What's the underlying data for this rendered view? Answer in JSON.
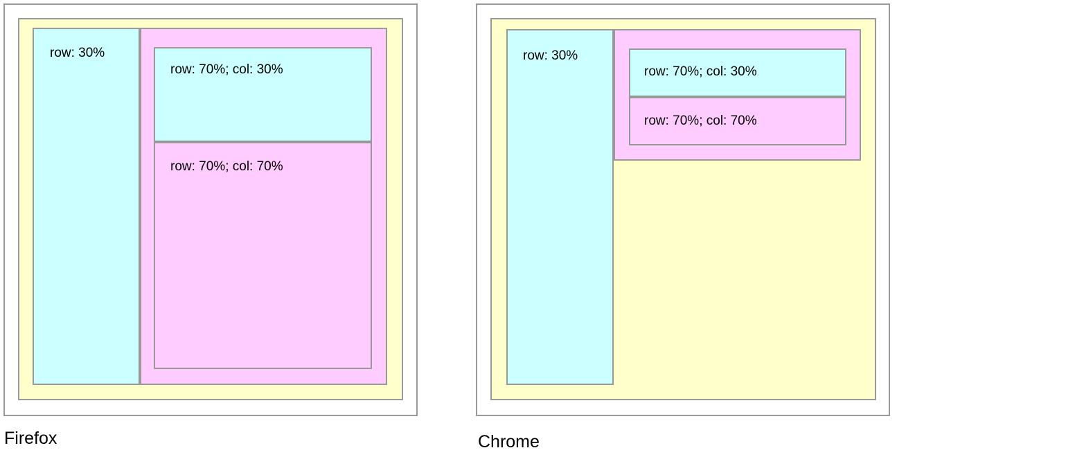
{
  "panels": [
    {
      "caption": "Firefox",
      "outer_label": "row: 30%",
      "inner_top_label": "row: 70%; col: 30%",
      "inner_bottom_label": "row: 70%; col: 70%"
    },
    {
      "caption": "Chrome",
      "outer_label": "row: 30%",
      "inner_top_label": "row: 70%; col: 30%",
      "inner_bottom_label": "row: 70%; col: 70%"
    }
  ],
  "colors": {
    "border": "#999999",
    "yellow": "#ffffcc",
    "cyan": "#ccffff",
    "pink": "#ffccff",
    "text": "#000000",
    "background": "#ffffff"
  }
}
